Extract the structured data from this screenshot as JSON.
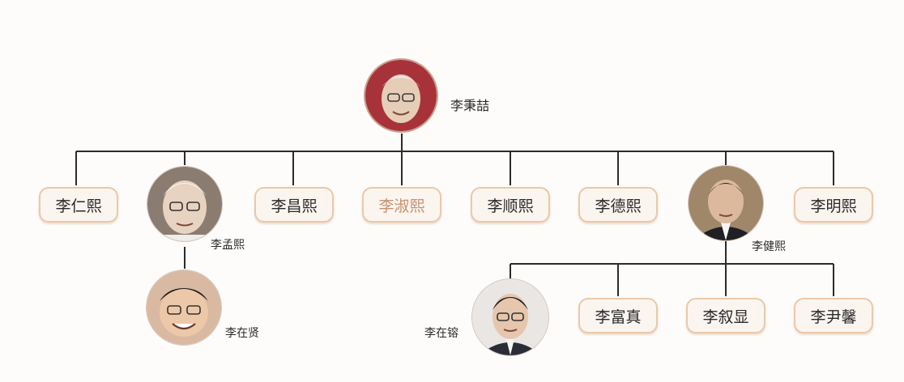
{
  "root": {
    "name": "李秉喆",
    "photo_icon": "elderly-man-portrait"
  },
  "children": [
    {
      "name": "李仁熙",
      "style": "pill"
    },
    {
      "name": "李孟熙",
      "style": "photo",
      "photo_icon": "elderly-man-glasses-portrait"
    },
    {
      "name": "李昌熙",
      "style": "pill"
    },
    {
      "name": "李淑熙",
      "style": "pill-faded"
    },
    {
      "name": "李顺熙",
      "style": "pill"
    },
    {
      "name": "李德熙",
      "style": "pill"
    },
    {
      "name": "李健熙",
      "style": "photo",
      "photo_icon": "man-in-suit-portrait"
    },
    {
      "name": "李明熙",
      "style": "pill"
    }
  ],
  "grandchildren_meng": [
    {
      "name": "李在贤",
      "style": "photo",
      "photo_icon": "smiling-man-glasses-portrait"
    }
  ],
  "grandchildren_kun": [
    {
      "name": "李在镕",
      "style": "photo",
      "photo_icon": "young-man-glasses-portrait"
    },
    {
      "name": "李富真",
      "style": "pill"
    },
    {
      "name": "李叙显",
      "style": "pill"
    },
    {
      "name": "李尹馨",
      "style": "pill"
    }
  ],
  "colors": {
    "line": "#2b2b2b",
    "pill_border": "#ecc8a7",
    "pill_bg": "#fbf5f0",
    "faded_text": "#c7906d",
    "root_photo_bg": "#a8323a"
  }
}
